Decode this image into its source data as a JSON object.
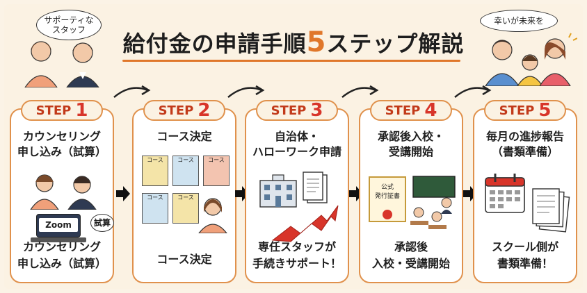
{
  "header": {
    "title_prefix": "給付金の申請手順",
    "title_number": "5",
    "title_suffix": "ステップ解説",
    "bubble_left": "サポーティな\nスタッフ",
    "bubble_right": "幸いが未来を"
  },
  "steps": [
    {
      "label": "STEP",
      "number": "1",
      "title": "カウンセリング\n申し込み（試算）",
      "bottom": "カウンセリング\n申し込み（試算）",
      "extra": {
        "zoom": "Zoom",
        "shisan": "試算"
      }
    },
    {
      "label": "STEP",
      "number": "2",
      "title": "コース決定",
      "bottom": "コース決定",
      "extra": {
        "card": "コース"
      }
    },
    {
      "label": "STEP",
      "number": "3",
      "title": "自治体・\nハローワーク申請",
      "bottom": "専任スタッフが\n手続きサポート！"
    },
    {
      "label": "STEP",
      "number": "4",
      "title": "承認後入校・\n受講開始",
      "bottom": "承認後\n入校・受講開始",
      "extra": {
        "cert1": "公式",
        "cert2": "発行証書"
      }
    },
    {
      "label": "STEP",
      "number": "5",
      "title": "毎月の進捗報告\n（書類準備）",
      "bottom": "スクール側が\n書類準備！"
    }
  ],
  "colors": {
    "accent": "#e0772a",
    "border": "#e0914c",
    "step_red": "#d8352a",
    "bg": "#fbf2e3"
  }
}
